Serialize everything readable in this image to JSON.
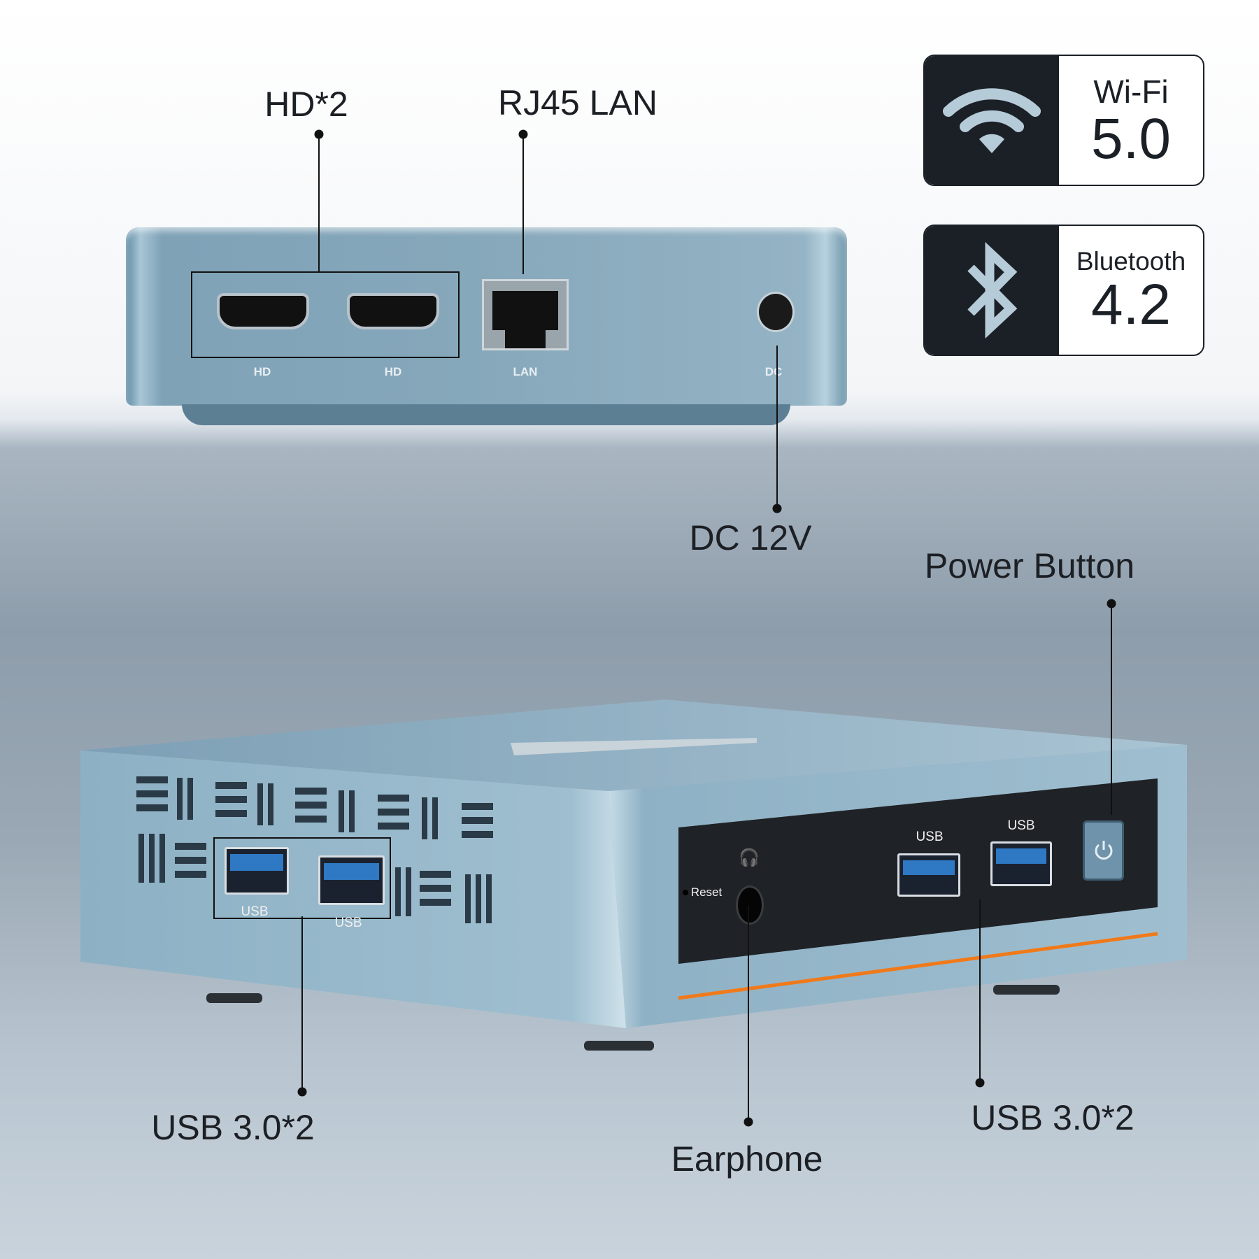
{
  "callouts": {
    "hd": "HD*2",
    "lan": "RJ45 LAN",
    "dc": "DC 12V",
    "power": "Power Button",
    "usb_left": "USB 3.0*2",
    "earphone": "Earphone",
    "usb_right": "USB 3.0*2"
  },
  "back_panel": {
    "hd1": "HD",
    "hd2": "HD",
    "lan": "LAN",
    "dc": "DC"
  },
  "front_panel": {
    "reset": "Reset",
    "usb1": "USB",
    "usb2": "USB"
  },
  "side_panel": {
    "usb1": "USB",
    "usb2": "USB"
  },
  "badges": {
    "wifi": {
      "icon": "wifi-icon",
      "title": "Wi-Fi",
      "version": "5.0"
    },
    "bluetooth": {
      "icon": "bluetooth-icon",
      "title": "Bluetooth",
      "version": "4.2"
    }
  },
  "colors": {
    "device": "#8fb0c4",
    "accent_orange": "#f07a1a",
    "badge_dark": "#1b2027",
    "usb_blue": "#2f78c4"
  }
}
